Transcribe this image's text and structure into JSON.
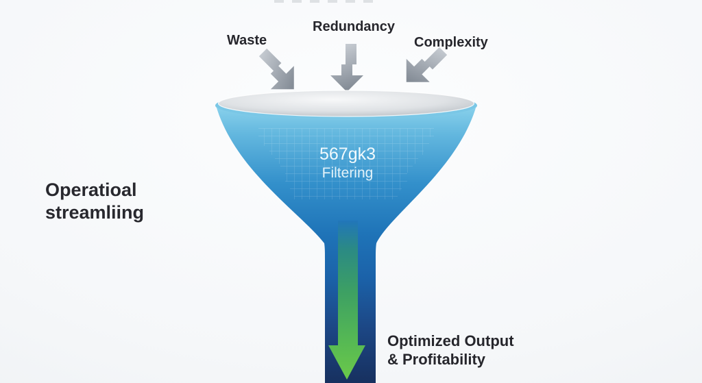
{
  "diagram": {
    "type": "funnel-infographic",
    "inputs": {
      "waste": "Waste",
      "redundancy": "Redundancy",
      "complexity": "Complexity"
    },
    "side_title": {
      "line1": "Operatioal",
      "line2": "streamliing"
    },
    "funnel": {
      "code": "567gk3",
      "label": "Filtering"
    },
    "output": {
      "line1": "Optimized Output",
      "line2": "& Profitability"
    },
    "colors": {
      "funnel_top_blue": "#85ceeb",
      "funnel_bottom_navy": "#17305f",
      "output_arrow_green": "#6bc94a",
      "input_arrow_gray": "#9aa2ab",
      "rim_gray": "#c6cacf",
      "text_dark": "#26262c",
      "text_on_funnel": "#f2fafd"
    }
  }
}
